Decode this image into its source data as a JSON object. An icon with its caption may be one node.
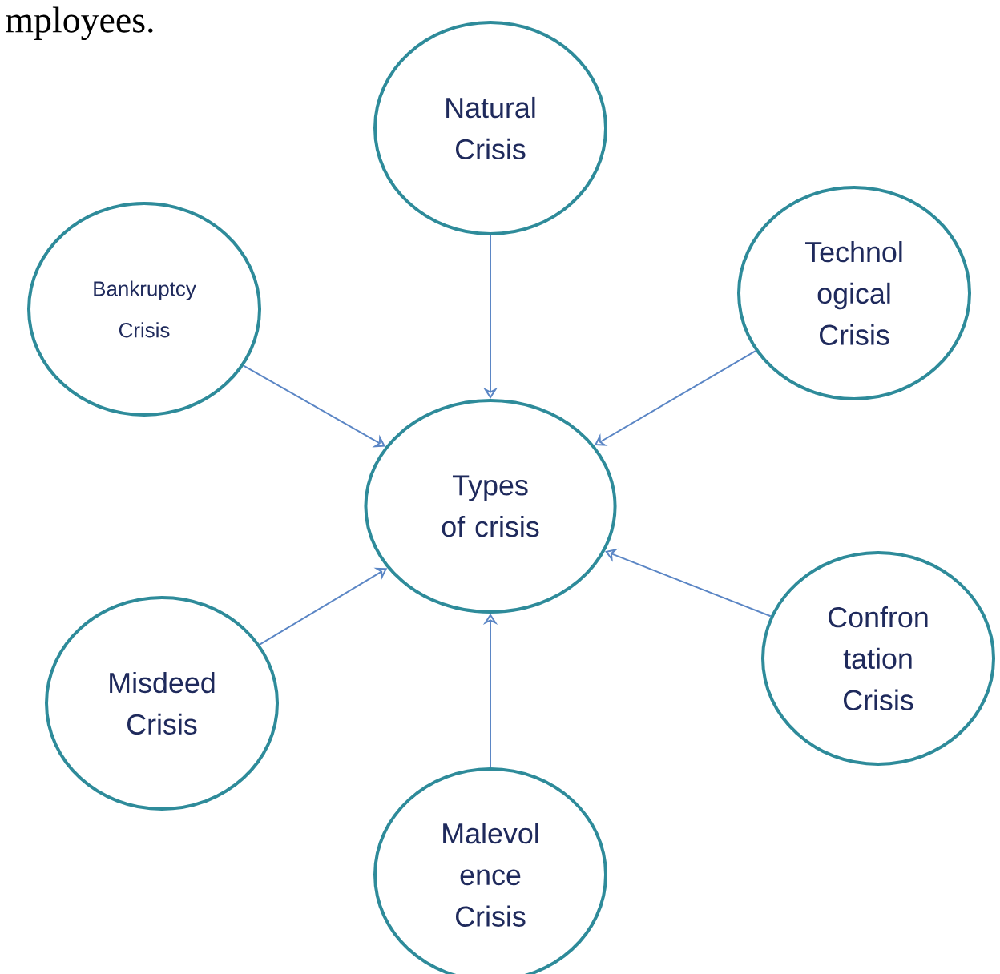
{
  "diagram": {
    "nodes": [
      {
        "text": [
          "Natural Crisis"
        ]
      },
      {
        "text": [
          "Bankruptcy",
          "Crisis"
        ]
      },
      {
        "text": [
          "Technol ogical Crisis"
        ]
      },
      {
        "text": [
          "Types of crisis"
        ]
      },
      {
        "text": [
          "Misdeed Crisis"
        ]
      },
      {
        "text": [
          "Confron tation Crisis"
        ]
      },
      {
        "text": [
          "Malevol ence Crisis"
        ]
      }
    ],
    "edges": [
      {
        "from": 0,
        "to": 3,
        "arrow": "to"
      },
      {
        "from": 1,
        "to": 3,
        "arrow": "to"
      },
      {
        "from": 2,
        "to": 3,
        "arrow": "to"
      },
      {
        "from": 4,
        "to": 3,
        "arrow": "to"
      },
      {
        "from": 5,
        "to": 3,
        "arrow": "to"
      },
      {
        "from": 6,
        "to": 3,
        "arrow": "to"
      }
    ],
    "labels": [
      "mployees."
    ]
  }
}
